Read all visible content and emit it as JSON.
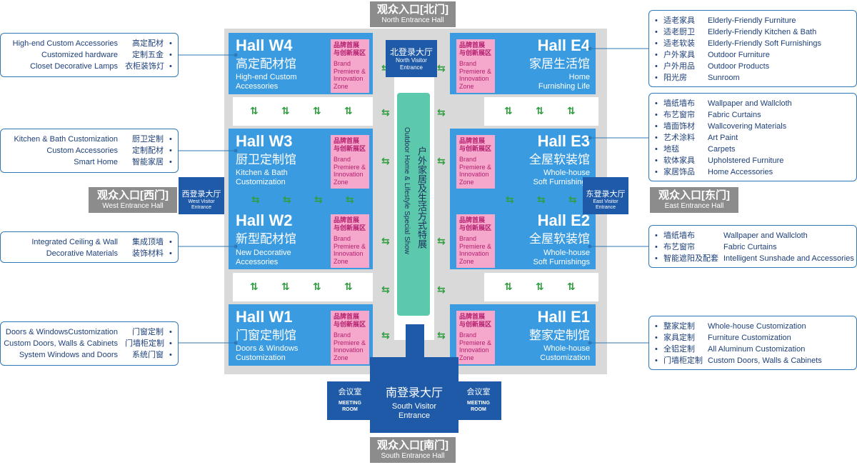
{
  "entrances": {
    "north": {
      "cn": "观众入口[北门]",
      "en": "North Entrance Hall"
    },
    "south": {
      "cn": "观众入口[南门]",
      "en": "South Entrance Hall"
    },
    "west": {
      "cn": "观众入口[西门]",
      "en": "West Entrance Hall"
    },
    "east": {
      "cn": "观众入口[东门]",
      "en": "East Entrance Hall"
    }
  },
  "visitor_halls": {
    "north": {
      "cn": "北登录大厅",
      "en1": "North Visitor",
      "en2": "Entrance"
    },
    "west": {
      "cn": "西登录大厅",
      "en1": "West Visitor",
      "en2": "Entrance"
    },
    "east": {
      "cn": "东登录大厅",
      "en1": "East Visitor",
      "en2": "Entrance"
    },
    "south": {
      "cn": "南登录大厅",
      "en1": "South Visitor",
      "en2": "Entrance"
    }
  },
  "meeting_room": {
    "cn": "会议室",
    "en1": "MEETING",
    "en2": "ROOM"
  },
  "special_show": {
    "cn": "户外家居及生活方式特展",
    "en": "Outdoor Home & Lifestyle Special Show"
  },
  "brand_zone": {
    "cn1": "品牌首展",
    "cn2": "与创新展区",
    "en1": "Brand",
    "en2": "Premiere &",
    "en3": "Innovation",
    "en4": "Zone"
  },
  "halls": {
    "w4": {
      "name": "Hall W4",
      "cn": "高定配材馆",
      "en1": "High-end Custom",
      "en2": "Accessories"
    },
    "w3": {
      "name": "Hall W3",
      "cn": "厨卫定制馆",
      "en1": "Kitchen & Bath",
      "en2": "Customization"
    },
    "w2": {
      "name": "Hall W2",
      "cn": "新型配材馆",
      "en1": "New Decorative",
      "en2": "Accessories"
    },
    "w1": {
      "name": "Hall W1",
      "cn": "门窗定制馆",
      "en1": "Doors & Windows",
      "en2": "Customization"
    },
    "e4": {
      "name": "Hall E4",
      "cn": "家居生活馆",
      "en1": "Home",
      "en2": "Furnishing Life"
    },
    "e3": {
      "name": "Hall E3",
      "cn": "全屋软装馆",
      "en1": "Whole-house",
      "en2": "Soft Furnishings"
    },
    "e2": {
      "name": "Hall E2",
      "cn": "全屋软装馆",
      "en1": "Whole-house",
      "en2": "Soft Furnishings"
    },
    "e1": {
      "name": "Hall E1",
      "cn": "整家定制馆",
      "en1": "Whole-house",
      "en2": "Customization"
    }
  },
  "legend": {
    "w4": [
      {
        "en": "High-end Custom Accessories",
        "cn": "高定配材"
      },
      {
        "en": "Customized hardware",
        "cn": "定制五金"
      },
      {
        "en": "Closet Decorative Lamps",
        "cn": "衣柜装饰灯"
      }
    ],
    "w3": [
      {
        "en": "Kitchen & Bath Customization",
        "cn": "厨卫定制"
      },
      {
        "en": "Custom Accessories",
        "cn": "定制配材"
      },
      {
        "en": "Smart Home",
        "cn": "智能家居"
      }
    ],
    "w2": [
      {
        "en": "Integrated Ceiling & Wall",
        "cn": "集成顶墙"
      },
      {
        "en": "Decorative Materials",
        "cn": "装饰材料"
      }
    ],
    "w1": [
      {
        "en": "Doors & WindowsCustomization",
        "cn": "门窗定制"
      },
      {
        "en": "Custom Doors, Walls & Cabinets",
        "cn": "门墙柜定制"
      },
      {
        "en": "System Windows and Doors",
        "cn": "系统门窗"
      }
    ],
    "e4": [
      {
        "cn": "适老家具",
        "en": "Elderly-Friendly Furniture"
      },
      {
        "cn": "适老厨卫",
        "en": "Elderly-Friendly Kitchen & Bath"
      },
      {
        "cn": "适老软装",
        "en": "Elderly-Friendly Soft Furnishings"
      },
      {
        "cn": "户外家具",
        "en": "Outdoor Furniture"
      },
      {
        "cn": "户外用品",
        "en": "Outdoor Products"
      },
      {
        "cn": "阳光房",
        "en": "Sunroom"
      }
    ],
    "e3": [
      {
        "cn": "墙纸墙布",
        "en": "Wallpaper and Wallcloth"
      },
      {
        "cn": "布艺窗帘",
        "en": "Fabric Curtains"
      },
      {
        "cn": "墙面饰材",
        "en": "Wallcovering Materials"
      },
      {
        "cn": "艺术涂料",
        "en": "Art Paint"
      },
      {
        "cn": "地毯",
        "en": "Carpets"
      },
      {
        "cn": "软体家具",
        "en": "Upholstered Furniture"
      },
      {
        "cn": "家居饰品",
        "en": "Home Accessories"
      }
    ],
    "e2": [
      {
        "cn": "墙纸墙布",
        "en": "Wallpaper and Wallcloth"
      },
      {
        "cn": "布艺窗帘",
        "en": "Fabric Curtains"
      },
      {
        "cn": "智能遮阳及配套",
        "en": "Intelligent Sunshade and Accessories"
      }
    ],
    "e1": [
      {
        "cn": "整家定制",
        "en": "Whole-house Customization"
      },
      {
        "cn": "家具定制",
        "en": "Furniture Customization"
      },
      {
        "cn": "全铝定制",
        "en": "All Aluminum Customization"
      },
      {
        "cn": "门墙柜定制",
        "en": "Custom Doors, Walls & Cabinets"
      }
    ]
  },
  "colors": {
    "hall": "#3a9be0",
    "visitor": "#1e5aa8",
    "entrance": "#8c8c8c",
    "brand": "#f5a8cc",
    "special": "#5cc8ac",
    "arrow": "#2e9e3e"
  },
  "icons": {
    "bullet": "bullet-dot",
    "connector": "double-arrow"
  }
}
